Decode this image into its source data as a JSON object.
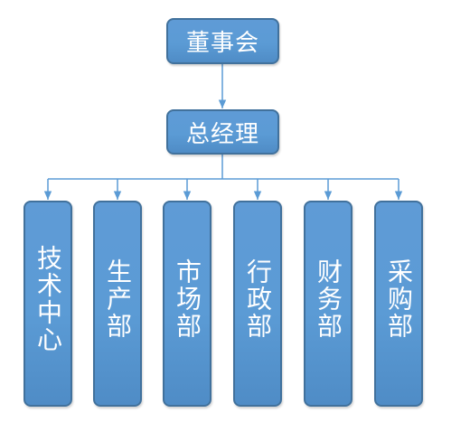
{
  "org_chart": {
    "board": "董事会",
    "general_manager": "总经理",
    "departments": [
      "技术中心",
      "生产部",
      "市场部",
      "行政部",
      "财务部",
      "采购部"
    ]
  },
  "colors": {
    "box_fill": "#5b9bd5",
    "box_border": "#41719c",
    "connector": "#5b9bd5",
    "text": "#ffffff"
  }
}
